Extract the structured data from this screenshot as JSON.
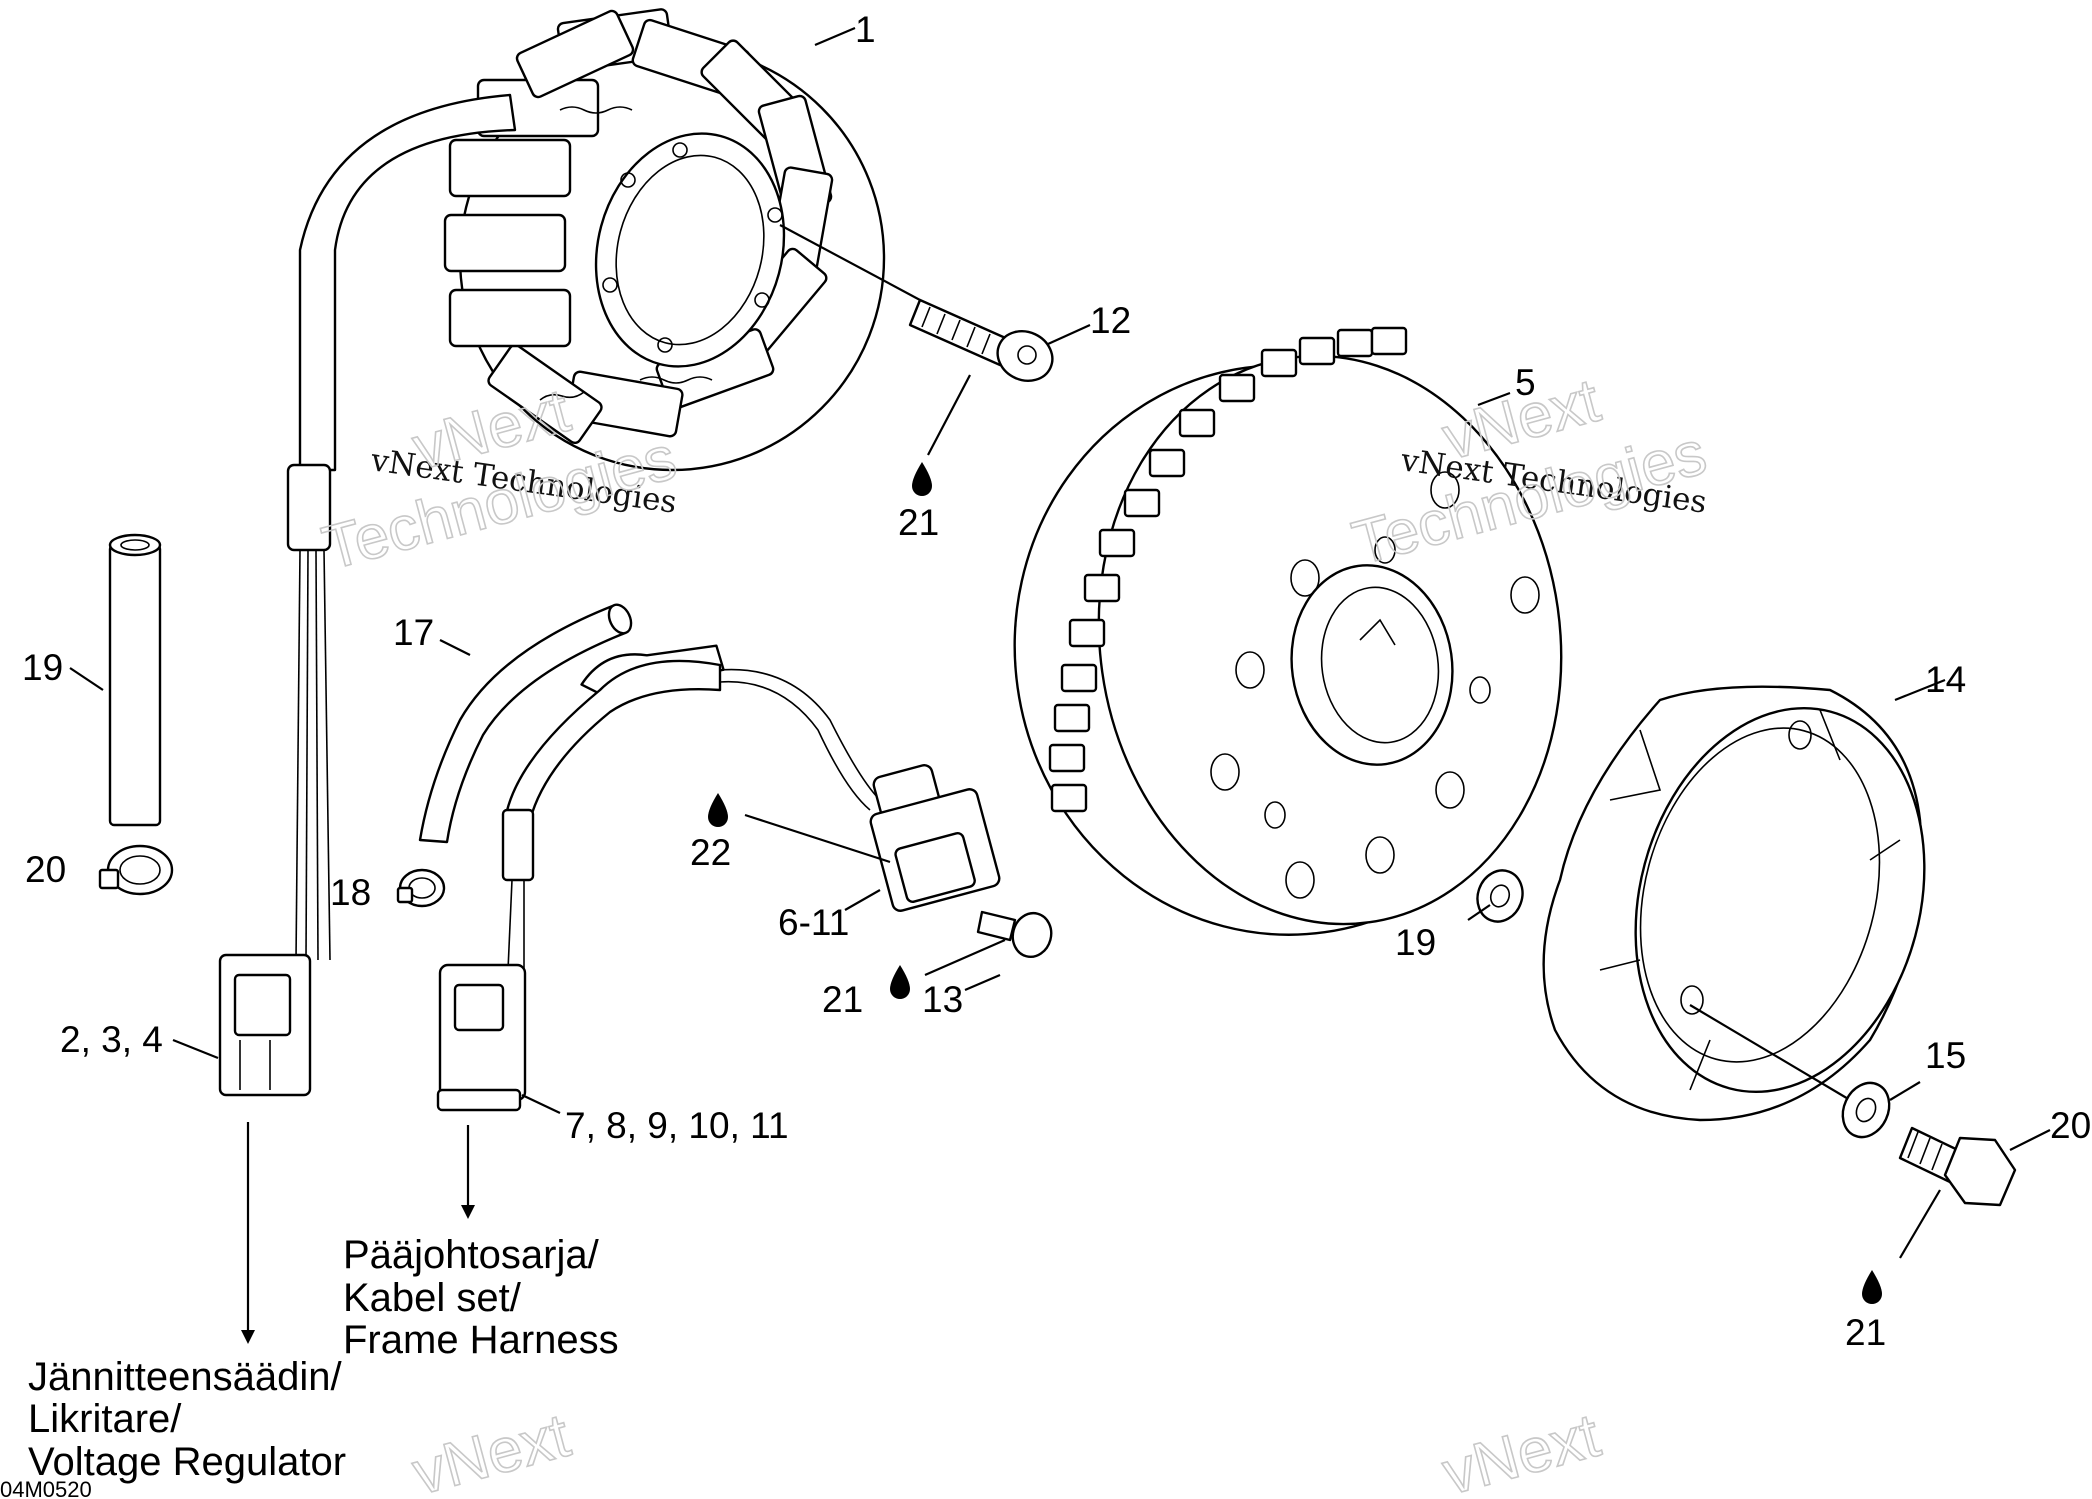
{
  "callouts": {
    "c1": "1",
    "c12": "12",
    "c5": "5",
    "c21a": "21",
    "c19a": "19",
    "c20a": "20",
    "c17": "17",
    "c18": "18",
    "c22": "22",
    "c611": "6-11",
    "c21b": "21",
    "c13": "13",
    "c234": "2, 3, 4",
    "c7to11": "7, 8, 9, 10, 11",
    "c14": "14",
    "c19b": "19",
    "c15": "15",
    "c20b": "20",
    "c21c": "21"
  },
  "labels": {
    "harness": [
      "Pääjohtosarja/",
      "Kabel set/",
      "Frame Harness"
    ],
    "regulator": [
      "Jännitteensäädin/",
      "Likritare/",
      "Voltage Regulator"
    ]
  },
  "watermarks": {
    "small": "vNext Technologies",
    "big1": "vNext",
    "big2": "Technologies"
  },
  "drawing_code": "04M0520",
  "icons": [
    "oil-drop-icon",
    "arrow-down-icon"
  ]
}
